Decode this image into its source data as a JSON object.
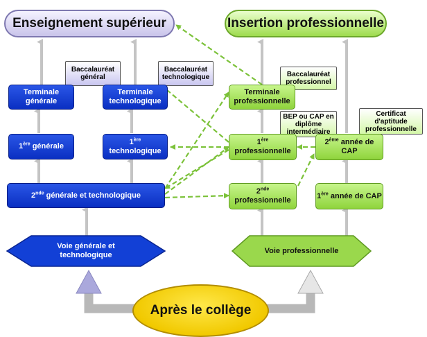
{
  "headers": {
    "left": "Enseignement supérieur",
    "right": "Insertion professionnelle"
  },
  "left_path": {
    "terminale_generale": "Terminale générale",
    "terminale_technologique": "Terminale technologique",
    "premiere_generale": {
      "num": "1",
      "sup": "ère",
      "rest": " générale"
    },
    "premiere_technologique": {
      "num": "1",
      "sup": "ère",
      "rest": "technologique"
    },
    "seconde": {
      "num": "2",
      "sup": "nde",
      "rest": " générale et technologique"
    },
    "voie": "Voie générale et technologique"
  },
  "right_path": {
    "terminale_pro": "Terminale professionnelle",
    "premiere_pro": {
      "num": "1",
      "sup": "ère",
      "rest": "professionnelle"
    },
    "seconde_pro": {
      "num": "2",
      "sup": "nde",
      "rest": "professionnelle"
    },
    "cap2": {
      "num": "2",
      "sup": "ème",
      "rest": " année de CAP"
    },
    "cap1": {
      "num": "1",
      "sup": "ère",
      "rest": " année de CAP"
    },
    "voie": "Voie professionnelle"
  },
  "diplomas": {
    "bac_general": "Baccalauréat général",
    "bac_techno": "Baccalauréat technologique",
    "bac_pro": "Baccalauréat professionnel",
    "bep_cap": "BEP ou CAP en diplôme intermédiaire",
    "cap_certificat": "Certificat d'aptitude professionnelle"
  },
  "center": "Après le collège",
  "colors": {
    "blue": "#0a2fc2",
    "green": "#8fd43c",
    "dashed_arrow": "#7cc23a",
    "yellow": "#f1c900"
  }
}
